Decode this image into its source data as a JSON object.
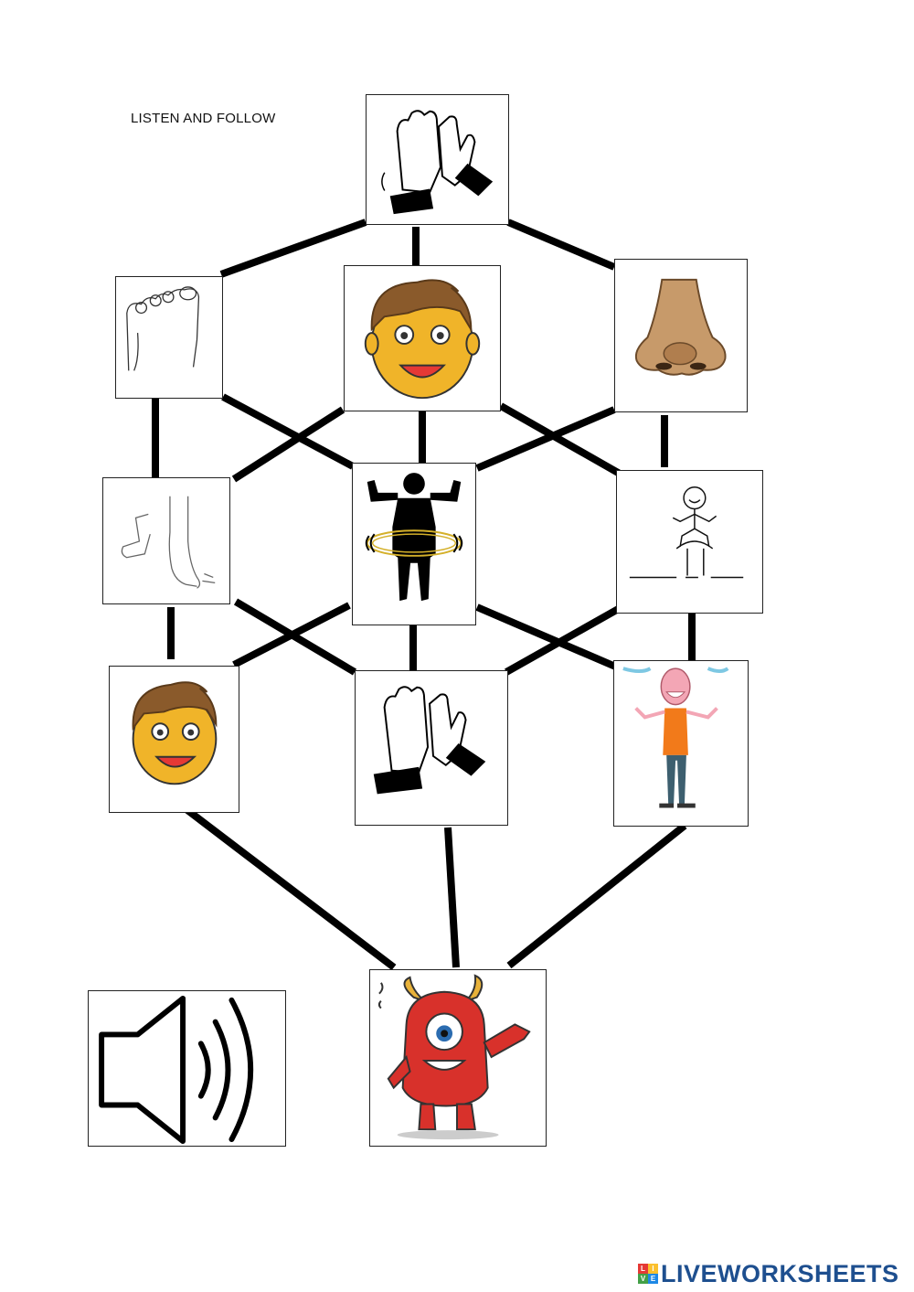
{
  "worksheet": {
    "title": "LISTEN AND FOLLOW"
  },
  "branding": {
    "badge_letters": [
      "L",
      "I",
      "V",
      "E"
    ],
    "badge_colors": [
      "#e53935",
      "#fbc02d",
      "#43a047",
      "#1e88e5"
    ],
    "name": "LIVEWORKSHEETS",
    "name_color": "#1e4f8f"
  },
  "nodes": [
    {
      "id": "clap-top",
      "icon": "clapping-hands-icon"
    },
    {
      "id": "foot",
      "icon": "foot-icon"
    },
    {
      "id": "face-top",
      "icon": "smiling-boy-face-icon"
    },
    {
      "id": "nose",
      "icon": "nose-icon"
    },
    {
      "id": "stomp",
      "icon": "stomping-leg-icon"
    },
    {
      "id": "turn-around",
      "icon": "turning-person-icon"
    },
    {
      "id": "jump",
      "icon": "jumping-stick-figure-icon"
    },
    {
      "id": "face-bottom",
      "icon": "smiling-boy-face-icon"
    },
    {
      "id": "clap-bottom",
      "icon": "clapping-hands-icon"
    },
    {
      "id": "arms-up",
      "icon": "waving-man-icon"
    },
    {
      "id": "monster",
      "icon": "red-monster-icon"
    },
    {
      "id": "audio",
      "icon": "speaker-icon"
    }
  ]
}
